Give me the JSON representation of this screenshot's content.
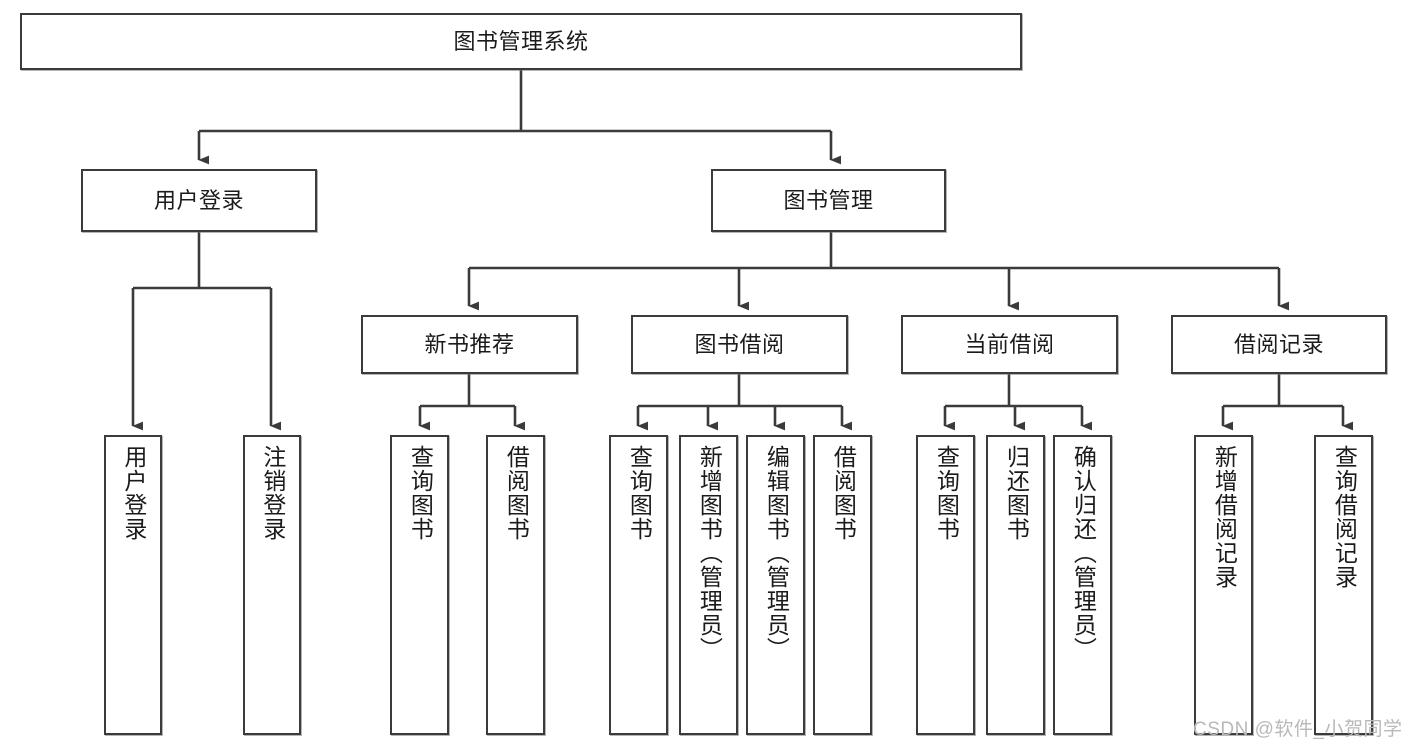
{
  "diagram": {
    "title": "图书管理系统",
    "type": "tree",
    "root": {
      "label": "图书管理系统"
    },
    "level2": [
      {
        "label": "用户登录"
      },
      {
        "label": "图书管理"
      }
    ],
    "level3": [
      {
        "label": "新书推荐"
      },
      {
        "label": "图书借阅"
      },
      {
        "label": "当前借阅"
      },
      {
        "label": "借阅记录"
      }
    ],
    "leaves": {
      "user_login": [
        {
          "label": "用户登录"
        },
        {
          "label": "注销登录"
        }
      ],
      "new_book_recommend": [
        {
          "label": "查询图书"
        },
        {
          "label": "借阅图书"
        }
      ],
      "book_borrow": [
        {
          "label": "查询图书"
        },
        {
          "label": "新增图书（管理员）"
        },
        {
          "label": "编辑图书（管理员）"
        },
        {
          "label": "借阅图书"
        }
      ],
      "current_borrow": [
        {
          "label": "查询图书"
        },
        {
          "label": "归还图书"
        },
        {
          "label": "确认归还（管理员）"
        }
      ],
      "borrow_records": [
        {
          "label": "新增借阅记录"
        },
        {
          "label": "查询借阅记录"
        }
      ]
    }
  },
  "watermark": {
    "text": "CSDN @软件_小贺同学"
  },
  "colors": {
    "stroke": "#3b3b3b",
    "background": "#ffffff",
    "text": "#1b1b1b",
    "watermark": "#b9b9b9"
  }
}
